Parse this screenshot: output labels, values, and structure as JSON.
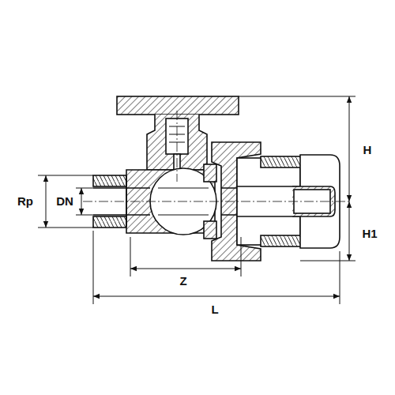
{
  "diagram": {
    "labels": [
      "Rp",
      "DN",
      "Z",
      "L",
      "H",
      "H1"
    ]
  }
}
